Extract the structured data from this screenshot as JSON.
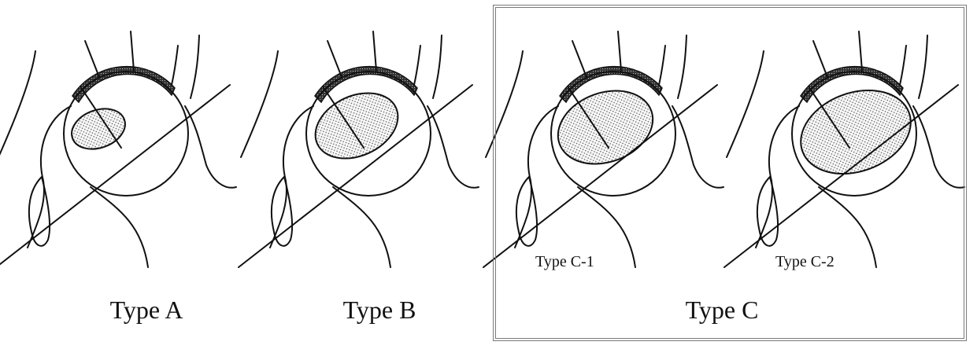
{
  "figure": {
    "panels": [
      {
        "id": "type-a",
        "caption": "Type A"
      },
      {
        "id": "type-b",
        "caption": "Type B"
      },
      {
        "id": "type-c1",
        "caption": "Type C-1"
      },
      {
        "id": "type-c2",
        "caption": "Type C-2"
      }
    ],
    "group_caption": "Type C"
  },
  "colors": {
    "ink": "#111111",
    "frame": "#7a7a7a",
    "stipple": "#555555"
  }
}
